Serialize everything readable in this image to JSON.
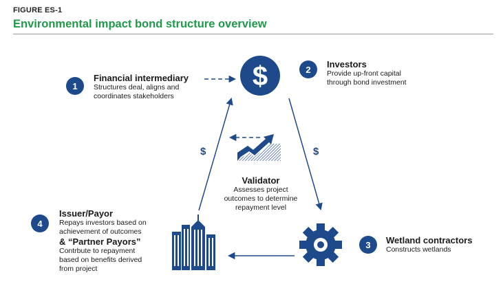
{
  "figure": {
    "label": "FIGURE ES-1",
    "title": "Environmental impact bond structure overview"
  },
  "colors": {
    "accent_green": "#1f9a4a",
    "navy": "#1e4a8c"
  },
  "nodes": {
    "financial_intermediary": {
      "number": "1",
      "title": "Financial intermediary",
      "desc": [
        "Structures deal, aligns and",
        "coordinates stakeholders"
      ]
    },
    "investors": {
      "number": "2",
      "title": "Investors",
      "desc": [
        "Provide up-front capital",
        "through bond investment"
      ],
      "icon": "dollar-coin-icon",
      "icon_symbol": "$"
    },
    "wetland_contractors": {
      "number": "3",
      "title": "Wetland contractors",
      "desc": [
        "Constructs wetlands"
      ],
      "icon": "gear-icon"
    },
    "issuer_payor": {
      "number": "4",
      "title": "Issuer/Payor",
      "desc": [
        "Repays investors based on",
        "achievement of outcomes"
      ],
      "title2": "& “Partner Payors”",
      "desc2": [
        "Contrbute to repayment",
        "based on benefits derived",
        "from project"
      ],
      "icon": "city-buildings-icon"
    },
    "validator": {
      "title": "Validator",
      "desc": [
        "Assesses project",
        "outcomes to determine",
        "repayment level"
      ],
      "icon": "growth-chart-icon"
    }
  },
  "flow_labels": {
    "left_dollar": "$",
    "right_dollar": "$"
  }
}
